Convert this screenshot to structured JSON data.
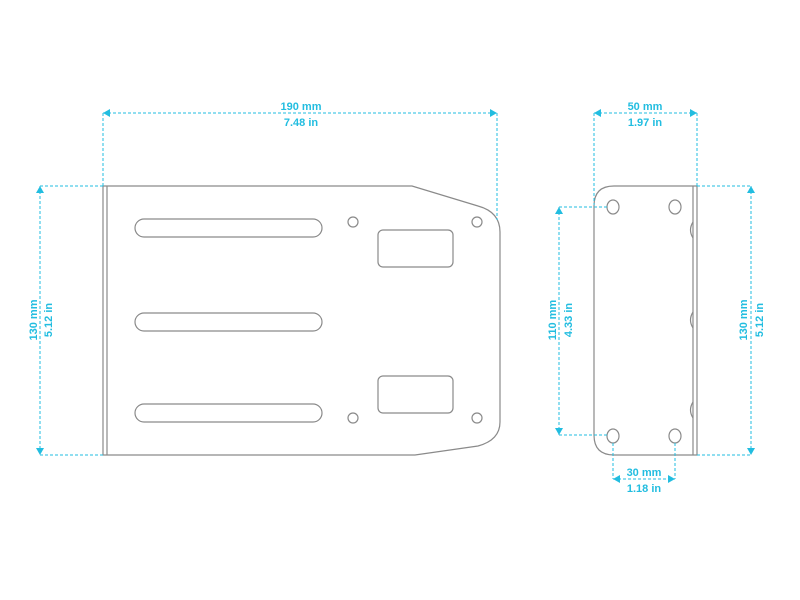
{
  "colors": {
    "dimension": "#22bde0",
    "outline": "#8a8a8a"
  },
  "front_view": {
    "width": {
      "mm": "190 mm",
      "in": "7.48 in"
    },
    "height": {
      "mm": "130 mm",
      "in": "5.12 in"
    }
  },
  "side_view": {
    "width": {
      "mm": "50 mm",
      "in": "1.97 in"
    },
    "height": {
      "mm": "130 mm",
      "in": "5.12 in"
    },
    "hole_spacing_vertical": {
      "mm": "110 mm",
      "in": "4.33 in"
    },
    "hole_spacing_horizontal": {
      "mm": "30 mm",
      "in": "1.18 in"
    }
  }
}
